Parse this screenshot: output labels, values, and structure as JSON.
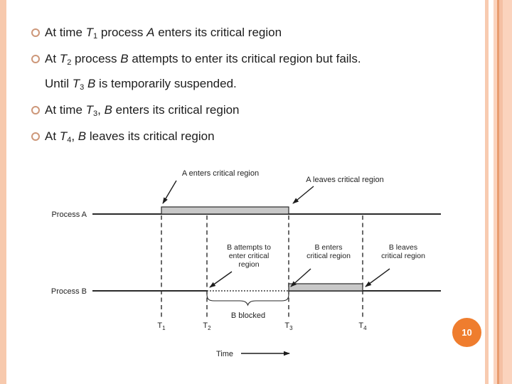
{
  "slide": {
    "page_number": "10",
    "colors": {
      "left_stripe": "#f7c9ad",
      "right_stripe_light": "#fbd3bd",
      "right_stripe_medium": "#f5c0a4",
      "right_stripe_dark": "#e89c70",
      "bullet_ring": "#cd9779",
      "page_circle": "#ef7d2e",
      "bar_fill": "#c8c8c8",
      "text": "#1d1d1d"
    }
  },
  "bullets": [
    {
      "segments": [
        {
          "t": "At time ",
          "s": "n"
        },
        {
          "t": "T",
          "s": "i"
        },
        {
          "t": "1",
          "s": "sub"
        },
        {
          "t": " process ",
          "s": "n"
        },
        {
          "t": "A",
          "s": "i"
        },
        {
          "t": " enters its critical region",
          "s": "n"
        }
      ]
    },
    {
      "segments": [
        {
          "t": "At ",
          "s": "n"
        },
        {
          "t": "T",
          "s": "i"
        },
        {
          "t": "2",
          "s": "sub"
        },
        {
          "t": " process ",
          "s": "n"
        },
        {
          "t": "B",
          "s": "i"
        },
        {
          "t": " attempts to enter its critical region but fails.",
          "s": "n"
        },
        {
          "br": true
        },
        {
          "t": "Until ",
          "s": "n"
        },
        {
          "t": "T",
          "s": "i"
        },
        {
          "t": "3",
          "s": "sub"
        },
        {
          "t": " ",
          "s": "n"
        },
        {
          "t": "B",
          "s": "i"
        },
        {
          "t": " is temporarily suspended.",
          "s": "n"
        }
      ]
    },
    {
      "segments": [
        {
          "t": " At time ",
          "s": "n"
        },
        {
          "t": "T",
          "s": "i"
        },
        {
          "t": "3",
          "s": "sub"
        },
        {
          "t": ", ",
          "s": "n"
        },
        {
          "t": "B",
          "s": "i"
        },
        {
          "t": " enters its critical region",
          "s": "n"
        }
      ]
    },
    {
      "segments": [
        {
          "t": "At ",
          "s": "n"
        },
        {
          "t": "T",
          "s": "i"
        },
        {
          "t": "4",
          "s": "sub"
        },
        {
          "t": ", ",
          "s": "n"
        },
        {
          "t": "B",
          "s": "i"
        },
        {
          "t": " leaves its critical region",
          "s": "n"
        }
      ]
    }
  ],
  "diagram": {
    "process_a": "Process A",
    "process_b": "Process B",
    "a_enters": "A enters critical region",
    "a_leaves": "A leaves critical region",
    "b_attempts_lines": [
      "B attempts to",
      "enter critical",
      "region"
    ],
    "b_enters_lines": [
      "B enters",
      "critical region"
    ],
    "b_leaves_lines": [
      "B leaves",
      "critical region"
    ],
    "b_blocked": "B blocked",
    "time_label": "Time",
    "ticks": [
      {
        "base": "T",
        "sub": "1"
      },
      {
        "base": "T",
        "sub": "2"
      },
      {
        "base": "T",
        "sub": "3"
      },
      {
        "base": "T",
        "sub": "4"
      }
    ]
  }
}
